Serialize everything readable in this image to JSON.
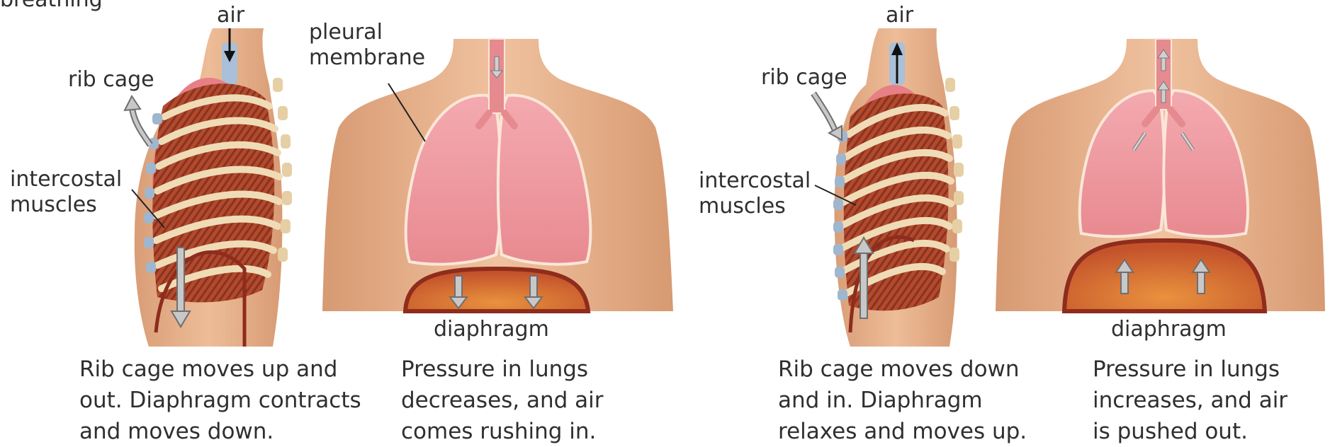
{
  "heading_fragment": "breathing",
  "panels": {
    "inhale_side": {
      "air_label": "air",
      "rib_cage_label": "rib cage",
      "intercostal_label": "intercostal\nmuscles",
      "caption": "Rib cage moves up and\nout. Diaphragm contracts\nand moves down."
    },
    "inhale_front": {
      "pleural_label": "pleural\nmembrane",
      "diaphragm_label": "diaphragm",
      "caption": "Pressure in lungs\ndecreases, and air\ncomes rushing in."
    },
    "exhale_side": {
      "air_label": "air",
      "rib_cage_label": "rib cage",
      "intercostal_label": "intercostal\nmuscles",
      "caption": "Rib cage moves down\nand in. Diaphragm\nrelaxes and moves up."
    },
    "exhale_front": {
      "diaphragm_label": "diaphragm",
      "caption": "Pressure in lungs\nincreases, and air\nis pushed out."
    }
  },
  "colors": {
    "skin": "#e9b58f",
    "skin_shadow": "#d69a73",
    "lung": "#ef9aa0",
    "lung_edge": "#fbe6d8",
    "muscle": "#b34a2c",
    "rib": "#efdcb6",
    "cartilage": "#9fb6cf",
    "diaphragm": "#c9552c",
    "diaphragm_rim": "#8e2c1d",
    "arrow_fill": "#c8c8c8",
    "arrow_stroke": "#6f6f6f"
  }
}
